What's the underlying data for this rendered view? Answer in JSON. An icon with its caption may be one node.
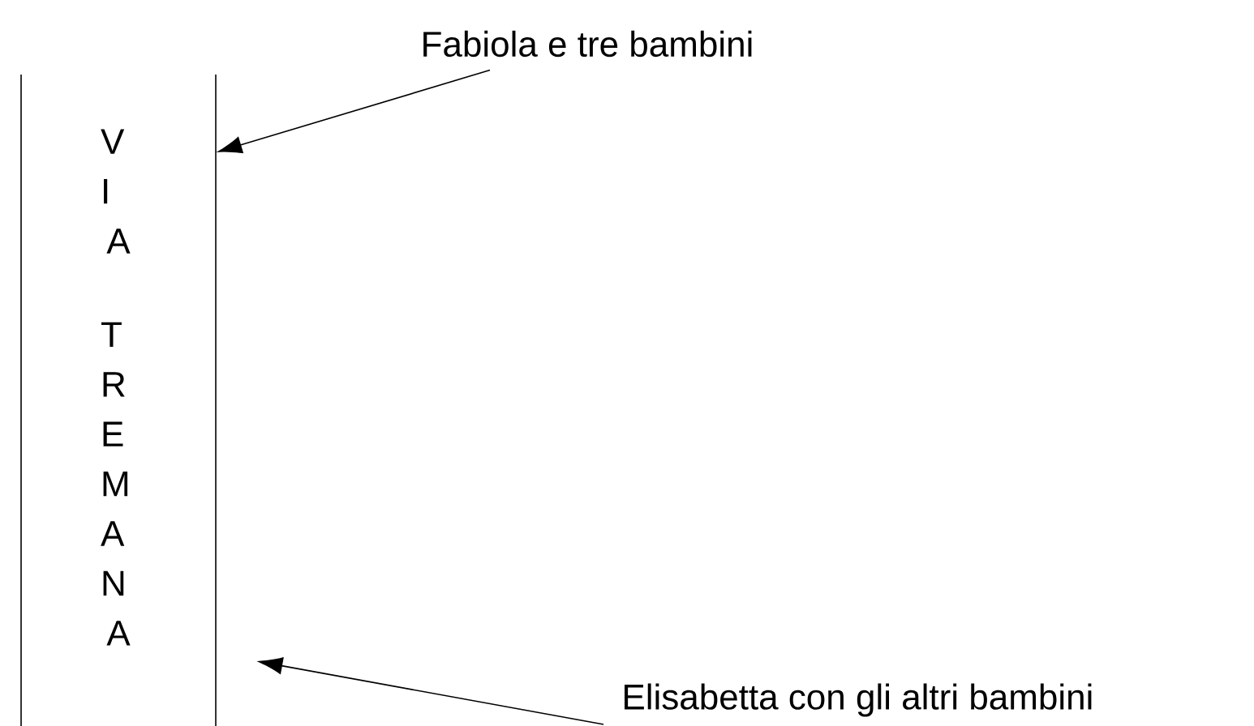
{
  "diagram": {
    "nodes": [
      {
        "text": [
          "VIA",
          "TREMANA"
        ]
      },
      {
        "text": [
          "Fabiola e tre bambini"
        ]
      },
      {
        "text": [
          "Elisabetta con gli altri bambini"
        ]
      }
    ],
    "edges": [
      {
        "from": 1,
        "to": 0,
        "arrow": "to"
      },
      {
        "from": 2,
        "to": 0,
        "arrow": "to"
      }
    ]
  }
}
